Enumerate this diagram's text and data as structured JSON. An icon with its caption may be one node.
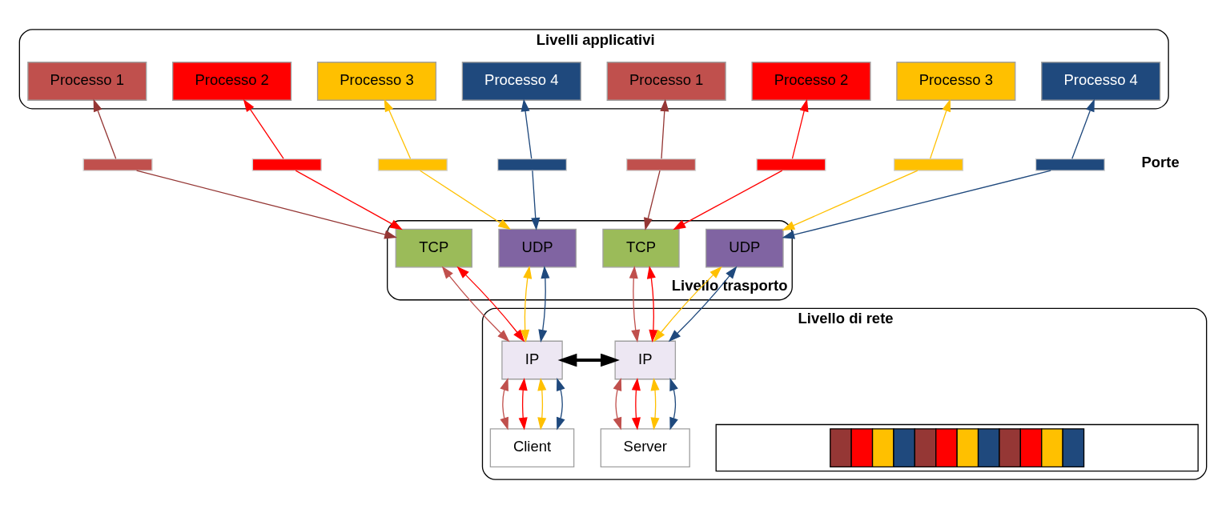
{
  "diagram": {
    "nodes": [
      {
        "text": [
          "Livelli applicativi"
        ]
      },
      {
        "text": [
          "Processo 1"
        ],
        "in": 0
      },
      {
        "text": [
          "Processo 2"
        ],
        "in": 0
      },
      {
        "text": [
          "Processo 3"
        ],
        "in": 0
      },
      {
        "text": [
          "Processo 4"
        ],
        "in": 0
      },
      {
        "text": [
          "Processo 1"
        ],
        "in": 0
      },
      {
        "text": [
          "Processo 2"
        ],
        "in": 0
      },
      {
        "text": [
          "Processo 3"
        ],
        "in": 0
      },
      {
        "text": [
          "Processo 4"
        ],
        "in": 0
      },
      {
        "text": [],
        "shape": "bar"
      },
      {
        "text": [],
        "shape": "bar"
      },
      {
        "text": [],
        "shape": "bar"
      },
      {
        "text": [],
        "shape": "bar"
      },
      {
        "text": [],
        "shape": "bar"
      },
      {
        "text": [],
        "shape": "bar"
      },
      {
        "text": [],
        "shape": "bar"
      },
      {
        "text": [],
        "shape": "bar"
      },
      {
        "text": [
          "Livello trasporto"
        ]
      },
      {
        "text": [
          "TCP"
        ],
        "in": 17
      },
      {
        "text": [
          "UDP"
        ],
        "in": 17
      },
      {
        "text": [
          "TCP"
        ],
        "in": 17
      },
      {
        "text": [
          "UDP"
        ],
        "in": 17
      },
      {
        "text": [
          "Livello di rete"
        ]
      },
      {
        "text": [
          "IP"
        ],
        "in": 22
      },
      {
        "text": [
          "Client"
        ],
        "in": 22
      },
      {
        "text": [],
        "shape": "box",
        "in": 22
      },
      {
        "text": [
          "IP"
        ],
        "in": 22
      },
      {
        "text": [
          "Server"
        ],
        "in": 22
      }
    ],
    "edges": [
      {
        "from": 9,
        "to": 1,
        "arrow": "to",
        "color": "#953735"
      },
      {
        "from": 10,
        "to": 2,
        "arrow": "to",
        "color": "#ff0000"
      },
      {
        "from": 11,
        "to": 3,
        "arrow": "to",
        "color": "#ffc000"
      },
      {
        "from": 12,
        "to": 4,
        "arrow": "to",
        "color": "#1f497d"
      },
      {
        "from": 9,
        "to": 18,
        "arrow": "to",
        "color": "#953735"
      },
      {
        "from": 10,
        "to": 18,
        "arrow": "to",
        "color": "#ff0000"
      },
      {
        "from": 11,
        "to": 19,
        "arrow": "to",
        "color": "#ffc000"
      },
      {
        "from": 12,
        "to": 19,
        "arrow": "to",
        "color": "#1f497d"
      },
      {
        "from": 18,
        "to": 23,
        "arrow": "both",
        "color": "#c0504d"
      },
      {
        "from": 18,
        "to": 23,
        "arrow": "both",
        "color": "#ff0000"
      },
      {
        "from": 19,
        "to": 23,
        "arrow": "both",
        "color": "#ffc000"
      },
      {
        "from": 19,
        "to": 23,
        "arrow": "both",
        "color": "#1f497d"
      },
      {
        "from": 23,
        "to": 24,
        "arrow": "both",
        "color": "#c0504d"
      },
      {
        "from": 23,
        "to": 24,
        "arrow": "both",
        "color": "#ff0000"
      },
      {
        "from": 23,
        "to": 24,
        "arrow": "both",
        "color": "#ffc000"
      },
      {
        "from": 23,
        "to": 24,
        "arrow": "both",
        "color": "#1f497d"
      },
      {
        "from": 13,
        "to": 5,
        "arrow": "to",
        "color": "#953735"
      },
      {
        "from": 14,
        "to": 6,
        "arrow": "to",
        "color": "#ff0000"
      },
      {
        "from": 15,
        "to": 7,
        "arrow": "to",
        "color": "#ffc000"
      },
      {
        "from": 16,
        "to": 8,
        "arrow": "to",
        "color": "#1f497d"
      },
      {
        "from": 13,
        "to": 20,
        "arrow": "to",
        "color": "#953735"
      },
      {
        "from": 14,
        "to": 20,
        "arrow": "to",
        "color": "#ff0000"
      },
      {
        "from": 15,
        "to": 21,
        "arrow": "to",
        "color": "#ffc000"
      },
      {
        "from": 16,
        "to": 21,
        "arrow": "to",
        "color": "#1f497d"
      },
      {
        "from": 20,
        "to": 26,
        "arrow": "both",
        "color": "#c0504d"
      },
      {
        "from": 20,
        "to": 26,
        "arrow": "both",
        "color": "#ff0000"
      },
      {
        "from": 21,
        "to": 26,
        "arrow": "both",
        "color": "#ffc000"
      },
      {
        "from": 21,
        "to": 26,
        "arrow": "both",
        "color": "#1f497d"
      },
      {
        "from": 26,
        "to": 27,
        "arrow": "both",
        "color": "#c0504d"
      },
      {
        "from": 26,
        "to": 27,
        "arrow": "both",
        "color": "#ff0000"
      },
      {
        "from": 26,
        "to": 27,
        "arrow": "both",
        "color": "#ffc000"
      },
      {
        "from": 26,
        "to": 27,
        "arrow": "both",
        "color": "#1f497d"
      },
      {
        "from": 23,
        "to": 26,
        "arrow": "both",
        "style": "thick",
        "color": "#000000"
      }
    ],
    "labels": [
      "Porte"
    ]
  }
}
